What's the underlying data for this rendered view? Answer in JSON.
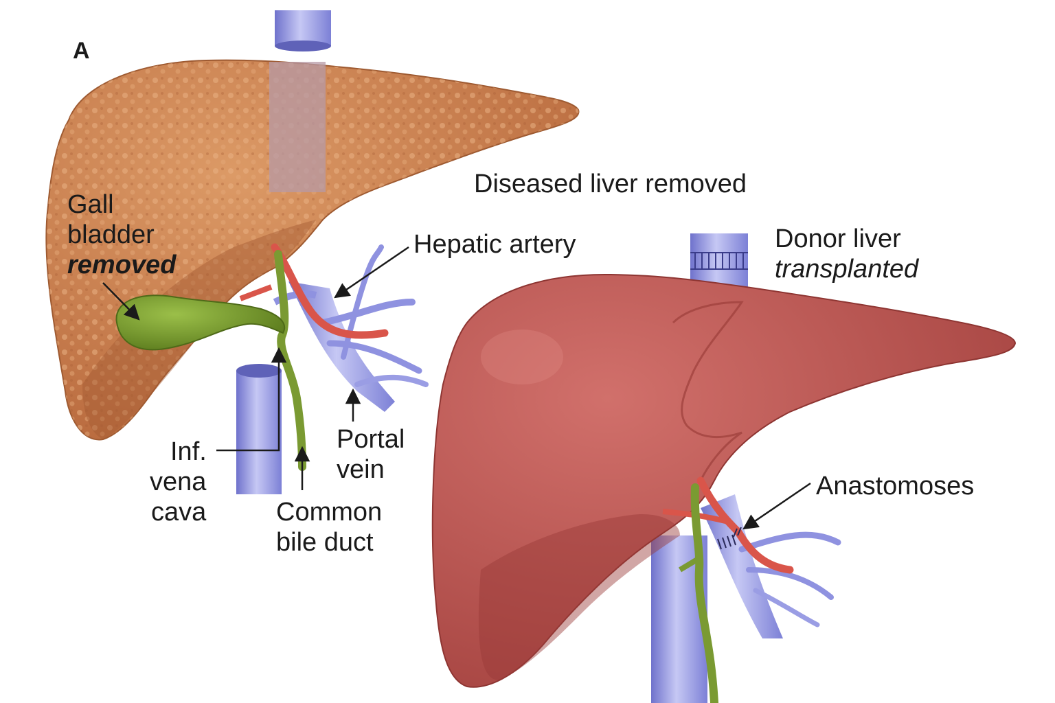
{
  "panel_label": "A",
  "heading": "Diseased liver removed",
  "labels": {
    "gall_bladder": {
      "line1": "Gall",
      "line2": "bladder",
      "line3": "removed"
    },
    "hepatic_artery": "Hepatic artery",
    "inf_vena_cava": {
      "line1": "Inf.",
      "line2": "vena",
      "line3": "cava"
    },
    "portal_vein": {
      "line1": "Portal",
      "line2": "vein"
    },
    "common_bile_duct": {
      "line1": "Common",
      "line2": "bile duct"
    },
    "donor_liver": {
      "line1": "Donor liver",
      "line2": "transplanted"
    },
    "anastomoses": "Anastomoses"
  },
  "colors": {
    "diseased_liver": "#c97f4f",
    "donor_liver": "#bd5a57",
    "vessel_blue": "#8f92e0",
    "artery_red": "#d9554a",
    "bile_green": "#7a9a32"
  }
}
